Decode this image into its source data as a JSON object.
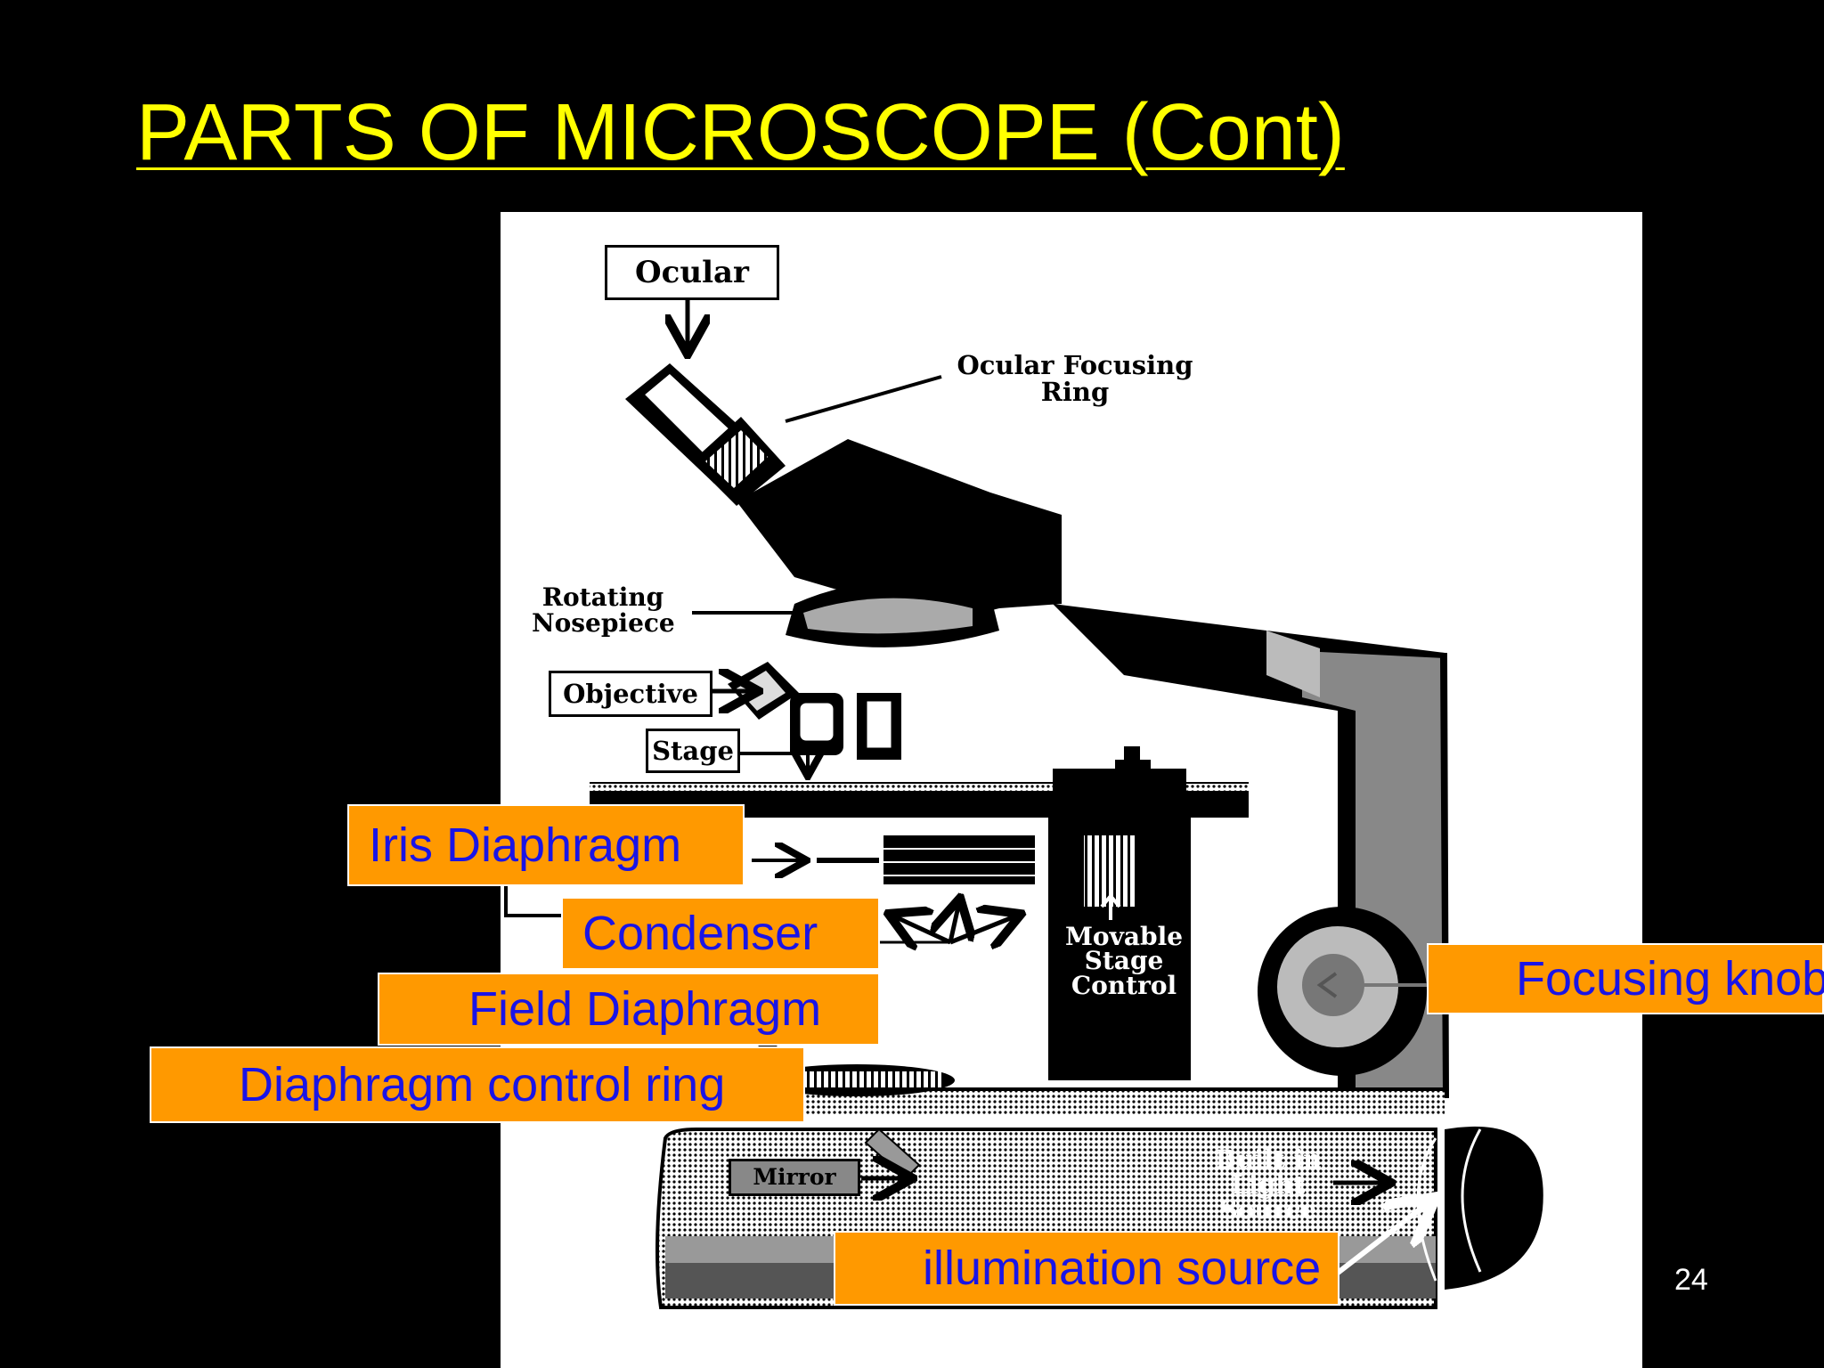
{
  "slide": {
    "title": "PARTS OF MICROSCOPE (Cont)",
    "page_number": "24"
  },
  "diagram_labels": {
    "ocular": "Ocular",
    "ocular_focusing_ring": "Ocular Focusing Ring",
    "rotating_nosepiece": "Rotating Nosepiece",
    "objective": "Objective",
    "stage": "Stage",
    "movable_stage_control": "Movable Stage Control",
    "mirror": "Mirror",
    "built_in_light_source": "Built in Light Source"
  },
  "callouts": {
    "iris_diaphragm": "Iris Diaphragm",
    "condenser": "Condenser",
    "field_diaphragm": "Field Diaphragm",
    "diaphragm_control_ring": "Diaphragm control ring",
    "focusing_knob": "Focusing knob",
    "illumination_source": "illumination source"
  },
  "colors": {
    "background": "#000000",
    "title": "#ffff00",
    "callout_fill": "#ff9900",
    "callout_text": "#1a14e6"
  }
}
